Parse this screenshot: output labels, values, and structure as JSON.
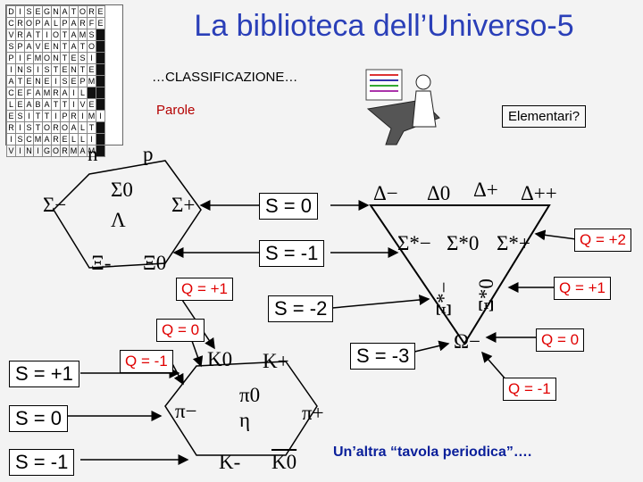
{
  "title": "La biblioteca dell’Universo-5",
  "subtitle": "…CLASSIFICAZIONE…",
  "parole_label": "Parole",
  "elementari_label": "Elementari?",
  "footer": "Un’altra “tavola periodica”….",
  "crossword_rows": [
    "DISEGNATORE",
    "CROPALPARFE",
    "VRATIOTAMS",
    "SPAVENTATO",
    "PIFMONTESI",
    "INSISTENTE",
    "ATENEISEPM",
    "CEFAMRAIL",
    "LEABATTIVE",
    "ESITTIPRIMI",
    "RISTOROALT",
    "ISCMARELLI",
    "VINIGORMAM"
  ],
  "baryons": {
    "n": "n",
    "p": "p",
    "sigma_minus": "Σ−",
    "sigma0": "Σ0",
    "lambda": "Λ",
    "sigma_plus": "Σ+",
    "xi_minus": "Ξ-",
    "xi0": "Ξ0",
    "delta_minus": "Δ−",
    "delta0": "Δ0",
    "delta_plus": "Δ+",
    "delta_pp": "Δ++",
    "sigmastar_minus": "Σ*−",
    "sigmastar0": "Σ*0",
    "sigmastar_plus": "Σ*+",
    "xistar_minus": "Ξ*−",
    "xistar0": "Ξ*0",
    "omega_minus": "Ω−"
  },
  "strangeness": {
    "s0": "S = 0",
    "sm1": "S = -1",
    "sm2": "S = -2",
    "sm3": "S = -3"
  },
  "charges": {
    "q_plus1_left": "Q = +1",
    "q_0_left": "Q = 0",
    "q_m1_left": "Q = -1",
    "q_plus2_right": "Q = +2",
    "q_plus1_right": "Q = +1",
    "q_0_right": "Q = 0",
    "q_m1_right": "Q = -1"
  },
  "mesons": {
    "k0": "K0",
    "k_plus": "K+",
    "pi_minus": "π−",
    "pi0": "π0",
    "eta": "η",
    "pi_plus": "π+",
    "k_minus": "K-",
    "k0bar": "K0"
  },
  "meson_strangeness": {
    "s_p1": "S = +1",
    "s_0": "S = 0",
    "s_m1": "S = -1"
  }
}
